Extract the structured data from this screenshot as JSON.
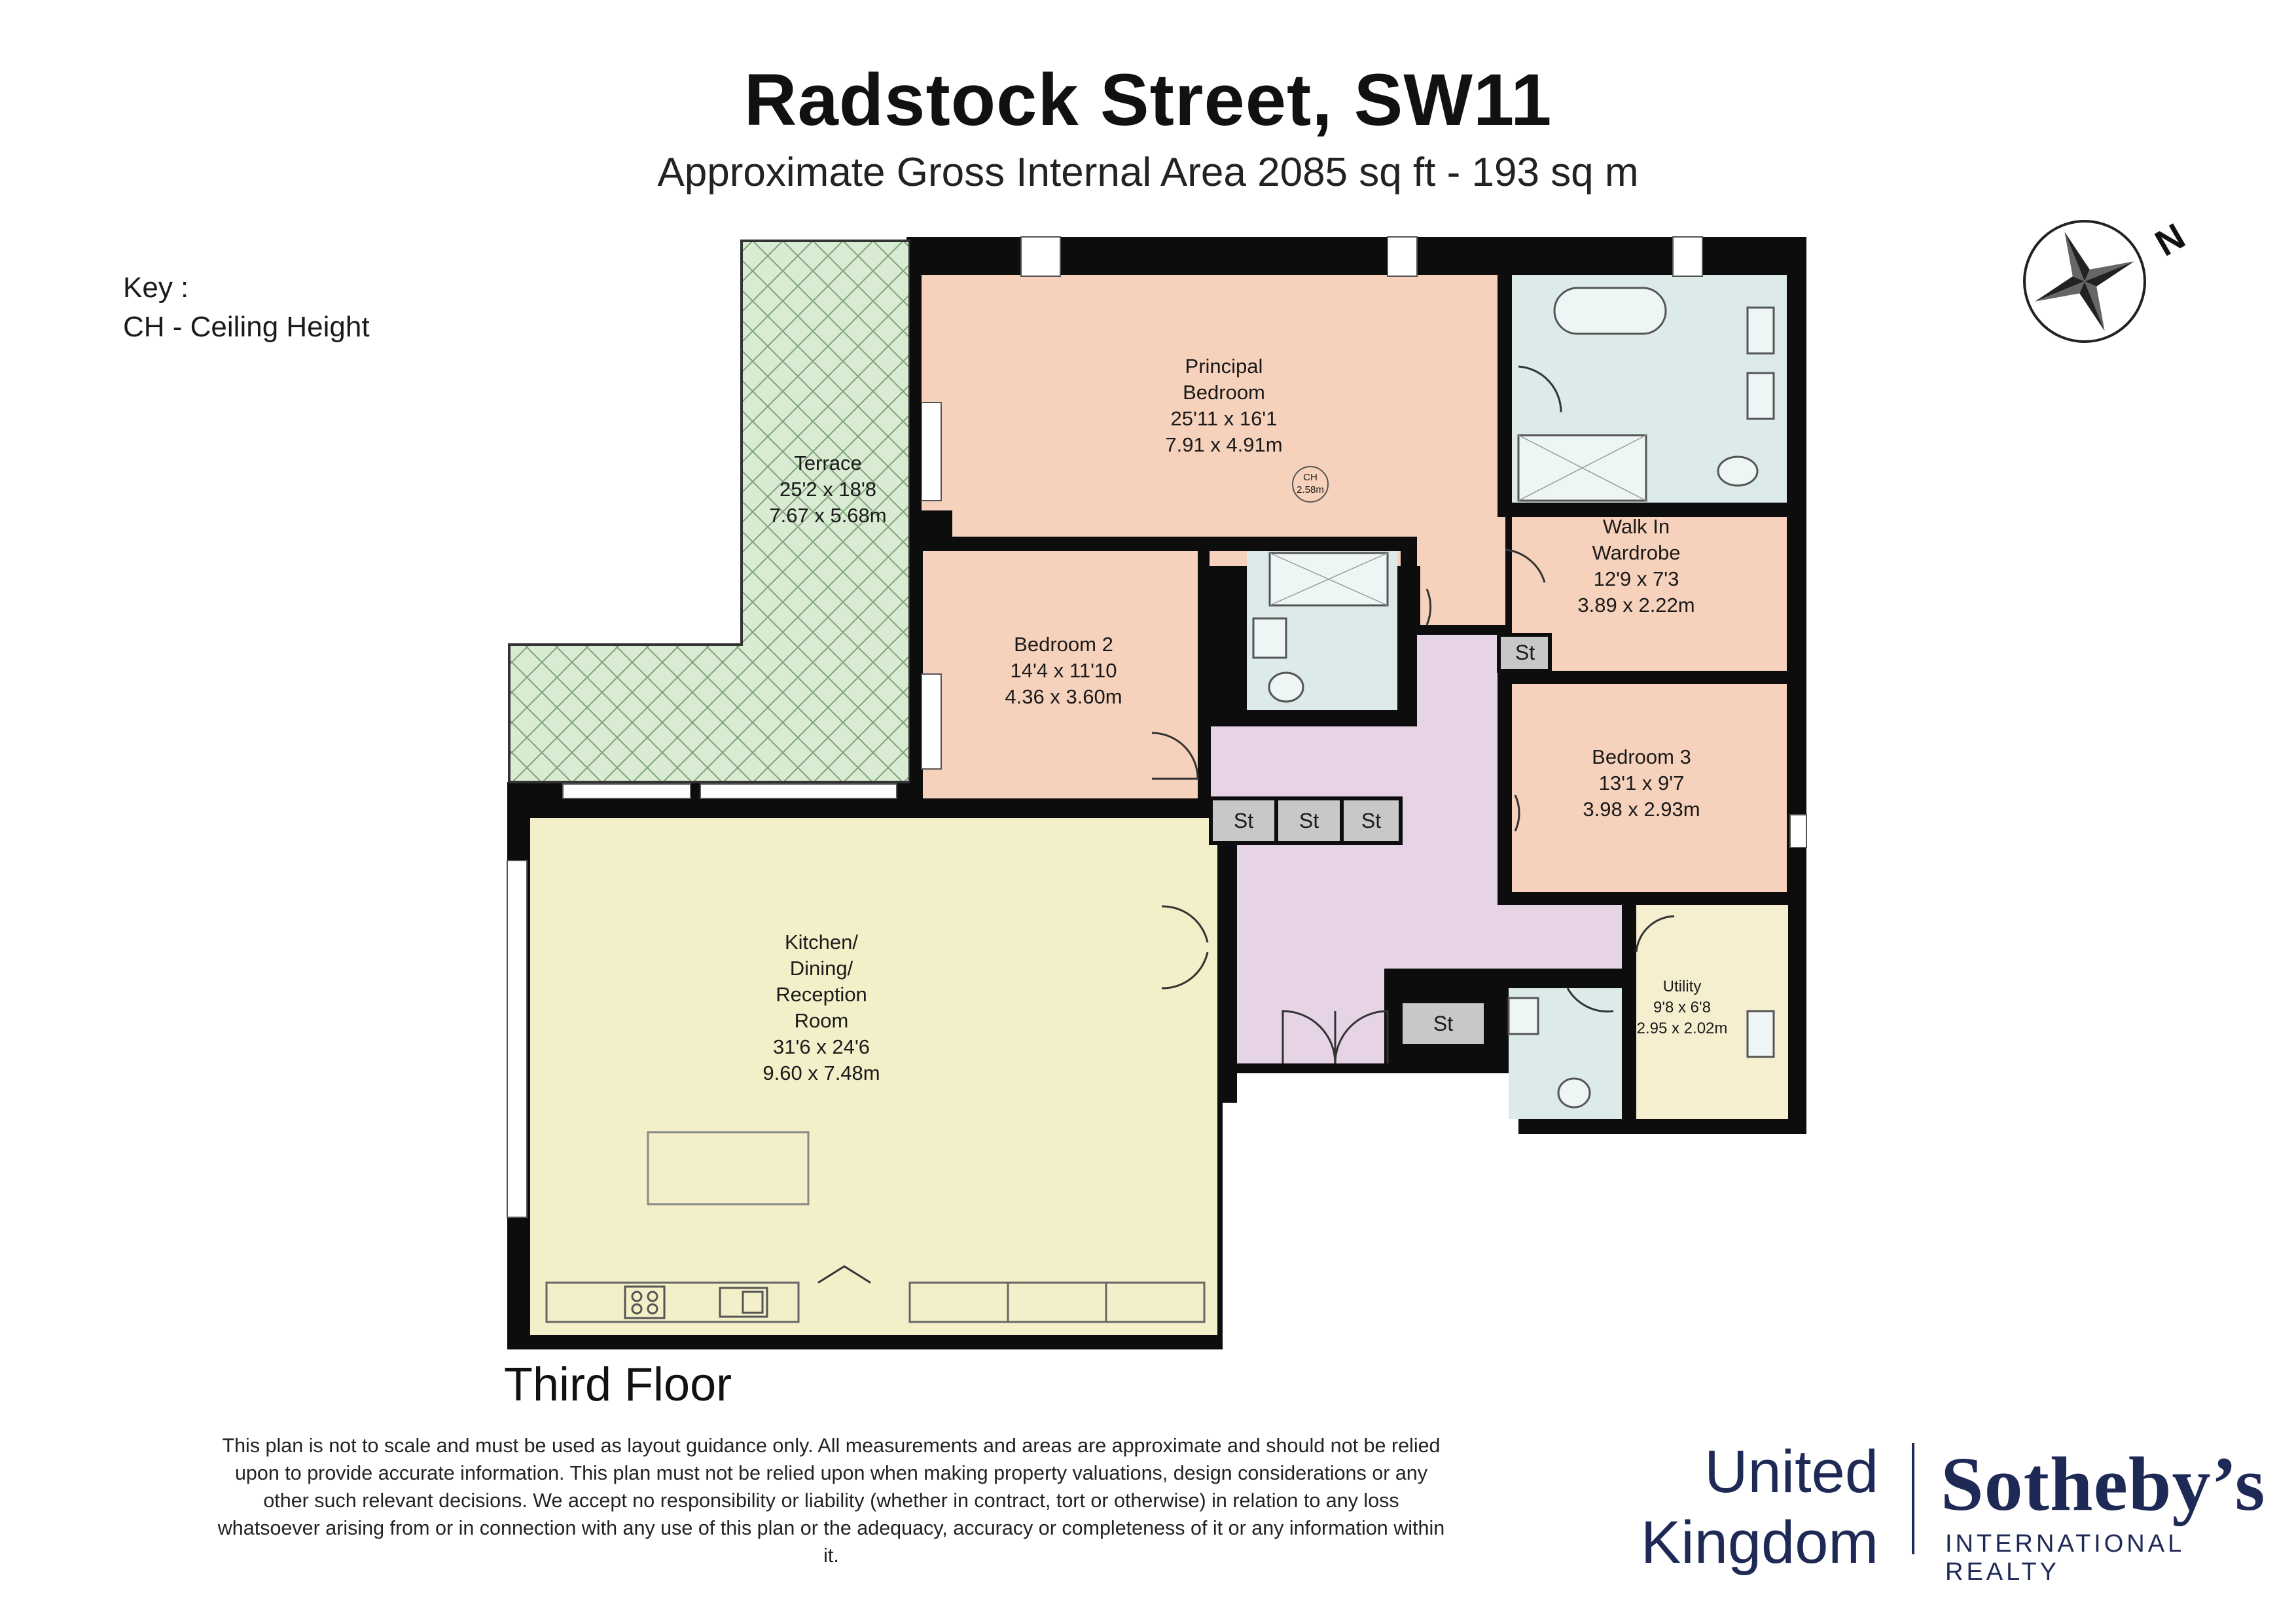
{
  "header": {
    "title": "Radstock Street, SW11",
    "subtitle": "Approximate Gross Internal Area 2085 sq ft - 193 sq m"
  },
  "key": {
    "heading": "Key :",
    "entry": "CH - Ceiling Height"
  },
  "compass": {
    "label": "N",
    "icon": "compass-rose-icon"
  },
  "rooms": {
    "terrace": {
      "name": "Terrace",
      "imperial": "25'2 x 18'8",
      "metric": "7.67 x 5.68m"
    },
    "principal_bedroom": {
      "name_line1": "Principal",
      "name_line2": "Bedroom",
      "imperial": "25'11 x 16'1",
      "metric": "7.91 x 4.91m",
      "ch_label": "CH",
      "ch_value": "2.58m"
    },
    "bedroom2": {
      "name": "Bedroom 2",
      "imperial": "14'4 x 11'10",
      "metric": "4.36 x 3.60m"
    },
    "walk_in_wardrobe": {
      "name_line1": "Walk In",
      "name_line2": "Wardrobe",
      "imperial": "12'9 x 7'3",
      "metric": "3.89 x 2.22m"
    },
    "bedroom3": {
      "name": "Bedroom 3",
      "imperial": "13'1 x 9'7",
      "metric": "3.98 x 2.93m"
    },
    "utility": {
      "name": "Utility",
      "imperial": "9'8 x 6'8",
      "metric": "2.95 x 2.02m"
    },
    "kitchen": {
      "line1": "Kitchen/",
      "line2": "Dining/",
      "line3": "Reception",
      "line4": "Room",
      "imperial": "31'6 x 24'6",
      "metric": "9.60 x 7.48m"
    }
  },
  "storage_label": "St",
  "floor_label": "Third Floor",
  "disclaimer": "This plan is not to scale and must be used as layout guidance only. All measurements and areas are approximate and should not be relied upon to provide accurate information. This plan must not be relied upon when making property valuations, design considerations or any other such relevant decisions. We accept no responsibility or liability (whether in contract, tort or otherwise) in relation to any loss whatsoever arising from or in connection with any use of this plan or the adequacy, accuracy or completeness of it or any information within it.",
  "logo": {
    "united_line1": "United",
    "united_line2": "Kingdom",
    "brand": "Sotheby’s",
    "tagline": "INTERNATIONAL REALTY"
  },
  "colors": {
    "wall": "#0d0d0d",
    "bedroom": "#f6d2bc",
    "kitchen": "#f3efc8",
    "hall": "#e6d3e6",
    "bathroom": "#dceaea",
    "terrace": "#d9ebd2",
    "terrace_hatch": "#7fa37a",
    "storage": "#c8c8c8",
    "utility": "#f5efcf",
    "brand_navy": "#1e2a55"
  }
}
